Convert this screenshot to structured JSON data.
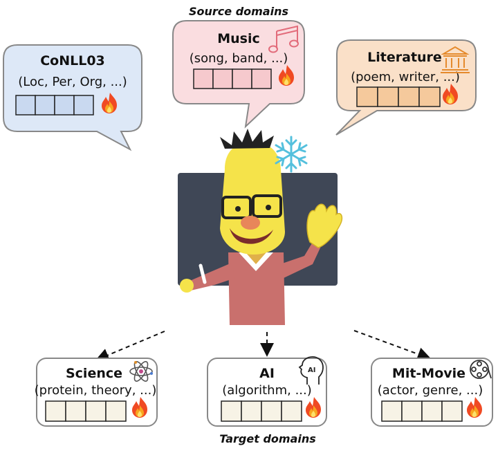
{
  "diagram": {
    "source_caption": "Source domains",
    "target_caption": "Target domains",
    "source_domains": [
      {
        "name": "CoNLL03",
        "labels": "(Loc, Per, Org, ...)",
        "color": "#dde8f7",
        "slot_color": "#c9d9f0",
        "icon": "fire-icon"
      },
      {
        "name": "Music",
        "labels": "(song, band, ...)",
        "color": "#fadde0",
        "slot_color": "#f6c9cd",
        "icon": "music-note-icon"
      },
      {
        "name": "Literature",
        "labels": "(poem, writer, ...)",
        "color": "#fae0c8",
        "slot_color": "#f5c99c",
        "icon": "library-building-icon"
      }
    ],
    "target_domains": [
      {
        "name": "Science",
        "labels": "(protein, theory, ...)",
        "icon": "atom-icon"
      },
      {
        "name": "AI",
        "labels": "(algorithm, ...)",
        "icon": "ai-head-icon"
      },
      {
        "name": "Mit-Movie",
        "labels": "(actor, genre, ...)",
        "icon": "film-reel-icon"
      }
    ],
    "colors": {
      "target_fill": "#ffffff",
      "target_slot": "#f7f3e6",
      "teacher_board": "#3f4756",
      "accent_orange": "#f5a623"
    }
  }
}
